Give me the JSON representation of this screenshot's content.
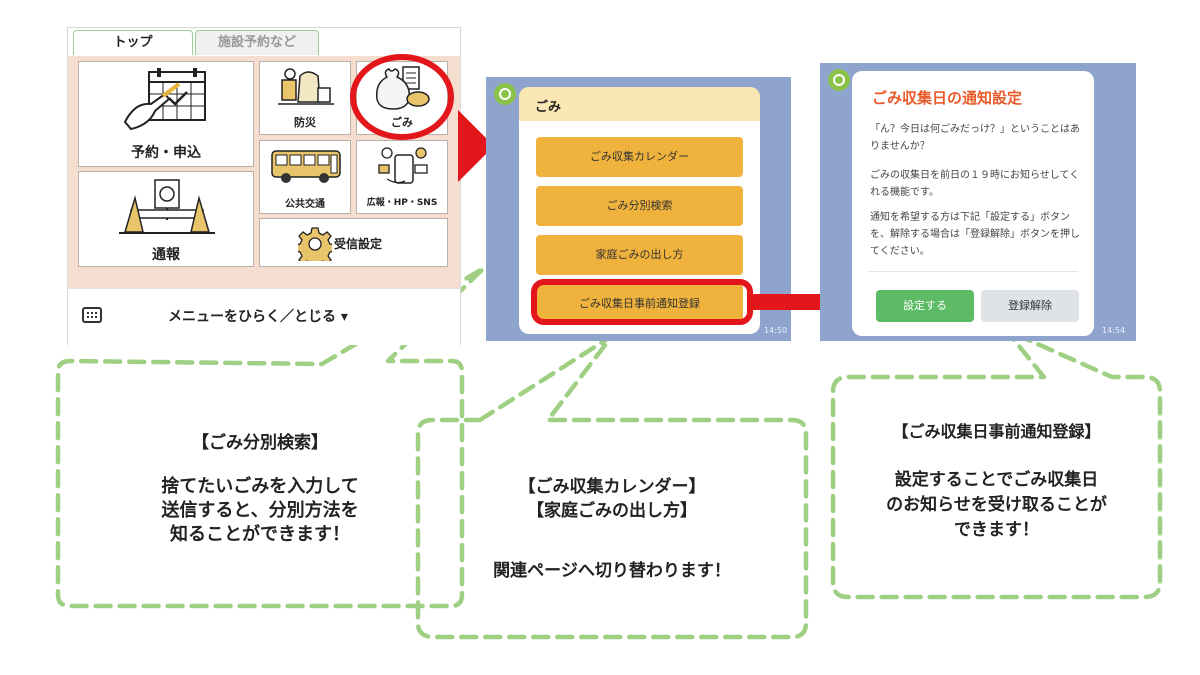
{
  "menu": {
    "tabs": [
      "トップ",
      "施設予約など"
    ],
    "tiles": {
      "reserve": "予約・申込",
      "disaster": "防災",
      "garbage": "ごみ",
      "transit": "公共交通",
      "pr": "広報・HP・SNS",
      "report": "通報",
      "receive": "受信設定"
    },
    "toggle": "メニューをひらく／とじる ▾"
  },
  "garbage_panel": {
    "header": "ごみ",
    "buttons": [
      "ごみ収集カレンダー",
      "ごみ分別検索",
      "家庭ごみの出し方",
      "ごみ収集日事前通知登録"
    ],
    "time": "14:50"
  },
  "notify_panel": {
    "title": "ごみ収集日の通知設定",
    "para1": "「ん？今日は何ごみだっけ？」ということはありませんか？",
    "para2": "ごみの収集日を前日の１９時にお知らせしてくれる機能です。",
    "para3": "通知を希望する方は下記「設定する」ボタンを、解除する場合は「登録解除」ボタンを押してください。",
    "set_button": "設定する",
    "unregister_button": "登録解除",
    "time": "14:54"
  },
  "callouts": {
    "sort": {
      "heading": "【ごみ分別検索】",
      "lines": [
        "捨てたいごみを入力して",
        "送信すると、分別方法を",
        "知ることができます！"
      ]
    },
    "calendar": {
      "heading1": "【ごみ収集カレンダー】",
      "heading2": "【家庭ごみの出し方】",
      "body": "関連ページへ切り替わります！"
    },
    "notify": {
      "heading": "【ごみ収集日事前通知登録】",
      "lines": [
        "設定することでごみ収集日",
        "のお知らせを受け取ることが",
        "できます！"
      ]
    }
  },
  "colors": {
    "highlight_red": "#e3161b",
    "callout_green": "#9fcf82",
    "button_orange": "#efb23c",
    "button_green": "#5cbb64",
    "chat_blue": "#8ea4cd"
  }
}
